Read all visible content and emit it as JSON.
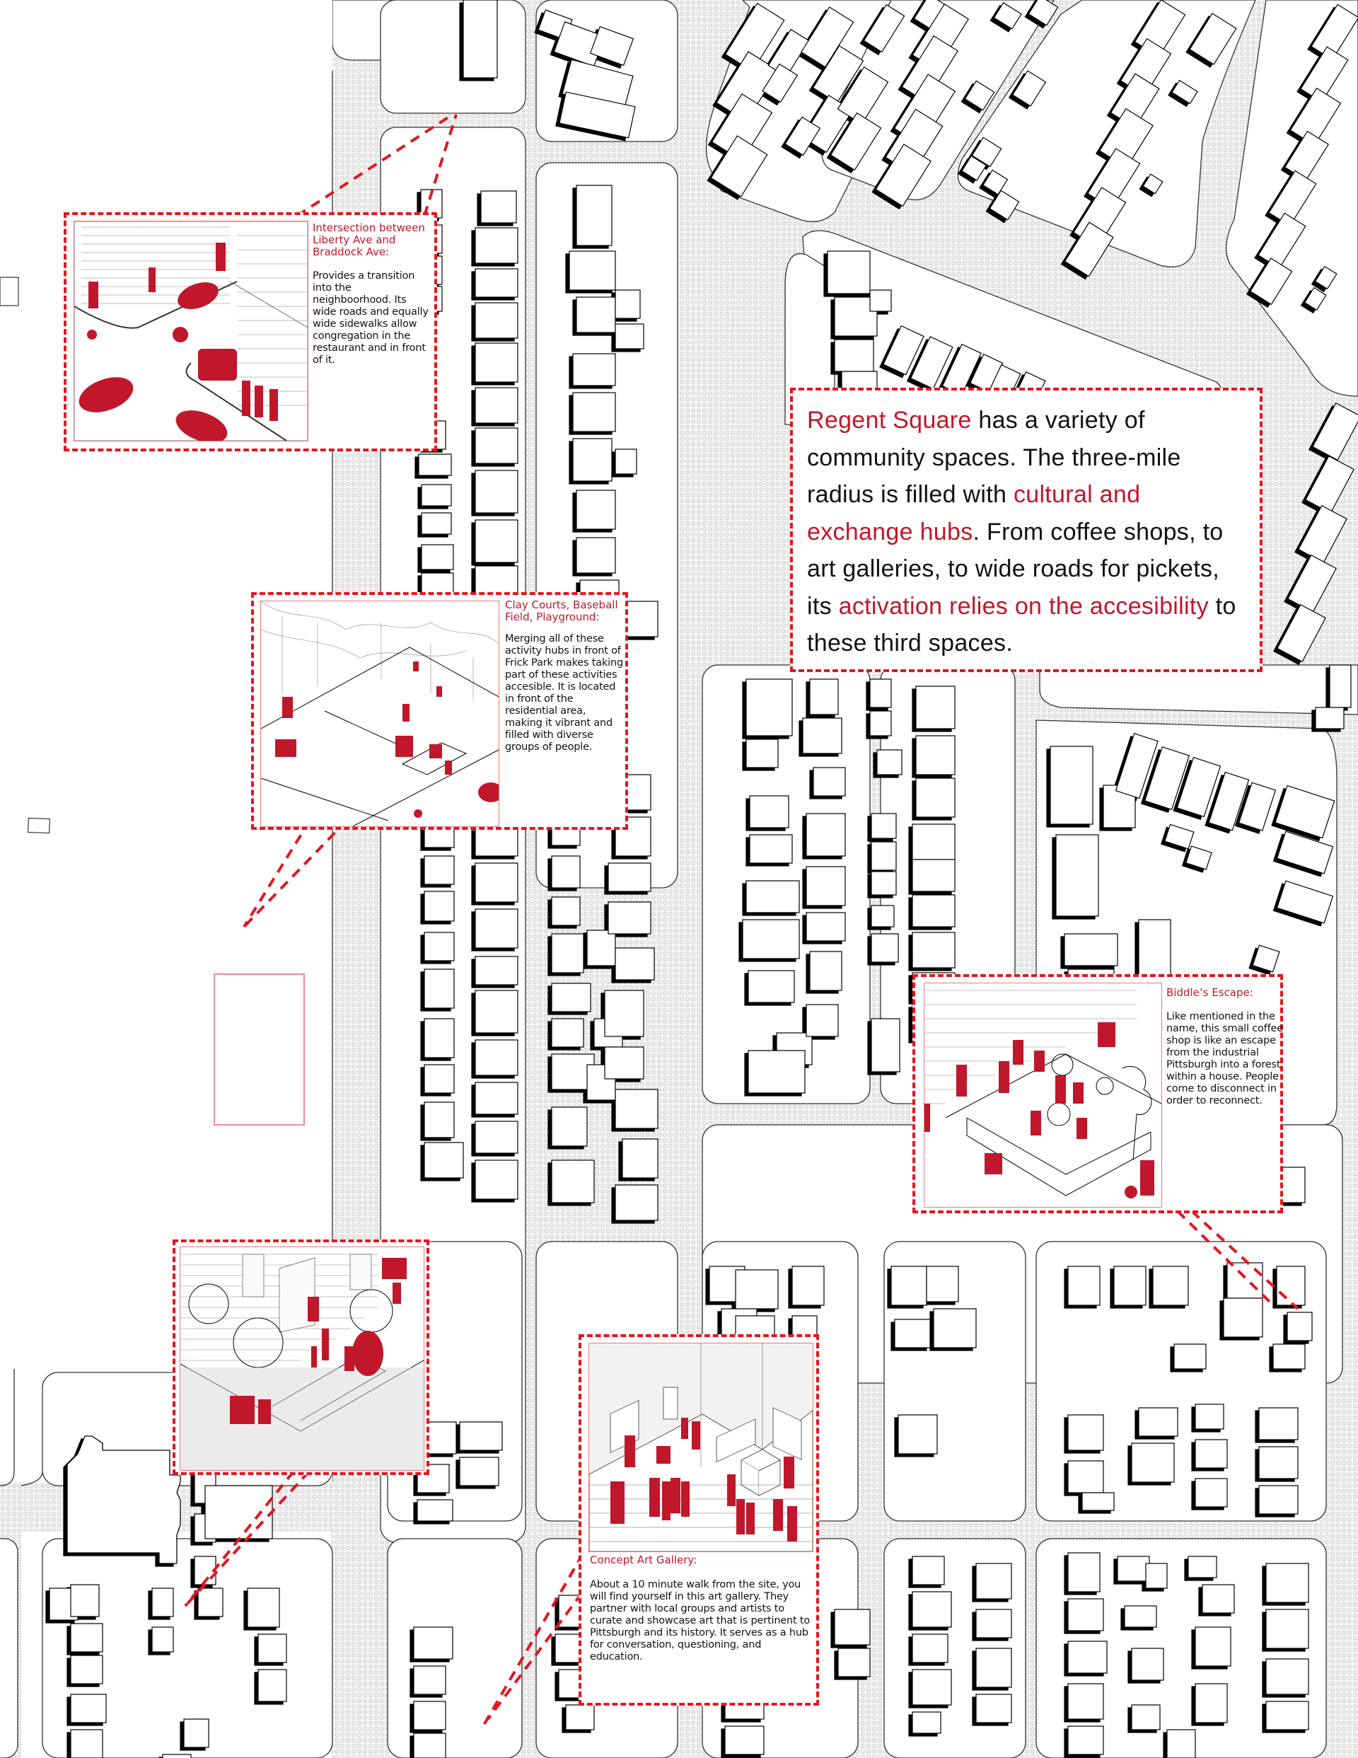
{
  "map": {
    "name": "Regent Square neighborhood figure-ground map",
    "colors": {
      "accent": "#e3161f",
      "accent_text": "#c0172a",
      "road_dot": "#c8c8c8",
      "building_shadow": "#000000",
      "block_fill": "#ffffff"
    },
    "site_marker": "outlined site rectangle"
  },
  "intro": {
    "segments": [
      {
        "text": "Regent Square",
        "highlight": true
      },
      {
        "text": " has a variety of community spaces. The three-mile radius is filled with ",
        "highlight": false
      },
      {
        "text": "cultural and exchange hubs",
        "highlight": true
      },
      {
        "text": ". From coffee shops, to art galleries, to wide roads for pickets, its ",
        "highlight": false
      },
      {
        "text": "activation relies on the accesibility",
        "highlight": true
      },
      {
        "text": " to these third spaces.",
        "highlight": false
      }
    ]
  },
  "callouts": [
    {
      "id": "liberty-braddock",
      "title": "Intersection between Liberty Ave and Braddock Ave:",
      "body": "Provides a transition into the neighboorhood. Its wide roads and equally wide sidewalks allow congregation in the restaurant and in front of it.",
      "image": "isometric street intersection illustration with red silhouettes of cars, cyclists, pedestrians and a picket group"
    },
    {
      "id": "clay-courts",
      "title": "Clay Courts, Baseball Field, Playground:",
      "body": "Merging all of these activity hubs in front of Frick Park makes taking part of these activities accesible. It is located in front of the residential area, making it vibrant and filled with diverse groups of people.",
      "image": "isometric park illustration with courts, bleachers, playground, trees and red people"
    },
    {
      "id": "biddles-escape",
      "title": "Biddle’s Escape:",
      "body": "Like mentioned in the name, this small coffee shop is like an escape from the industrial Pittsburgh into a forest within a house. People come to disconnect in order to reconnect.",
      "image": "isometric coffee shop courtyard with plants, tables and red people"
    },
    {
      "id": "plaza",
      "title": "",
      "body": "",
      "image": "isometric sidewalk plaza with brick wall, trees, stairs and red pedestrians"
    },
    {
      "id": "concept-art-gallery",
      "title": "Concept Art Gallery:",
      "body": "About a 10 minute walk from the site, you will find yourself in this art gallery. They partner with local groups and artists to curate and showcase art that is pertinent to Pittsburgh and its history. It serves as a hub for conversation, questioning, and education.",
      "image": "isometric gallery interior with framed art, plant, display case and red visitors"
    }
  ]
}
